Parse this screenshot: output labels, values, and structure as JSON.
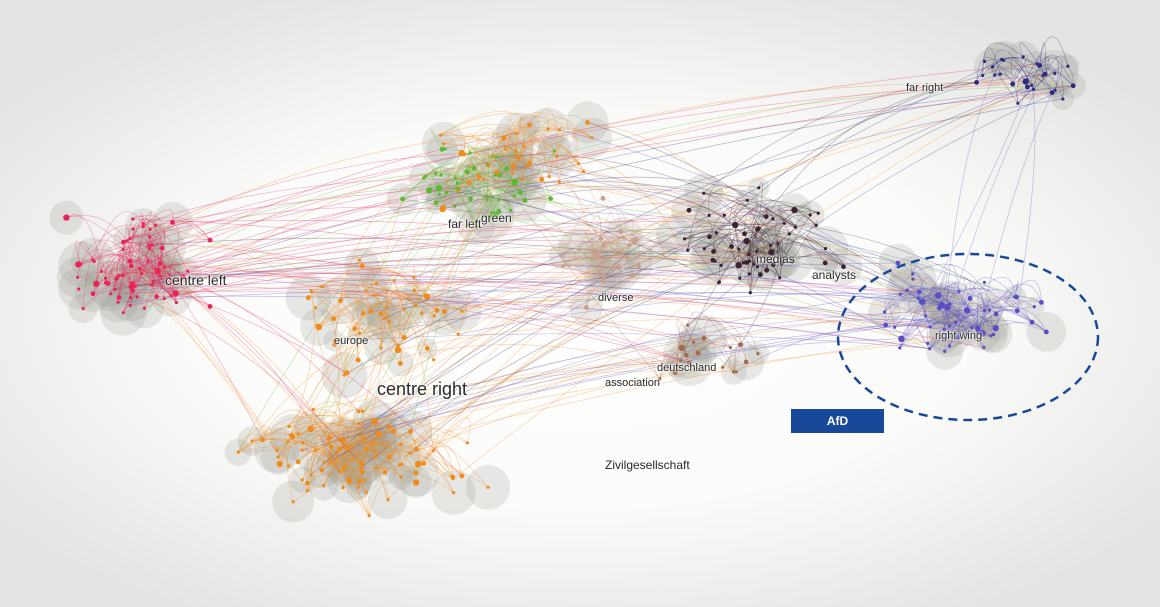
{
  "clusters": {
    "centre_left": "centre left",
    "far_left": "far left",
    "green": "green",
    "europe": "europe",
    "centre_right": "centre right",
    "diverse": "diverse",
    "association": "association",
    "deutschland": "deutschland",
    "medias": "medias",
    "analysts": "analysts",
    "right_wing": "right wing",
    "far_right": "far right",
    "zivilgesellschaft": "Zivilgesellschaft"
  },
  "badge": {
    "label": "AfD",
    "color": "#17489a"
  },
  "colors": {
    "centre_left": "#e8245a",
    "centre_right": "#f08a18",
    "green": "#5cb82e",
    "medias": "#3a2230",
    "right_wing": "#5a4cc4",
    "far_right": "#2a2a80",
    "blob": "#9a9a92",
    "afd_ellipse": "#17489a"
  }
}
